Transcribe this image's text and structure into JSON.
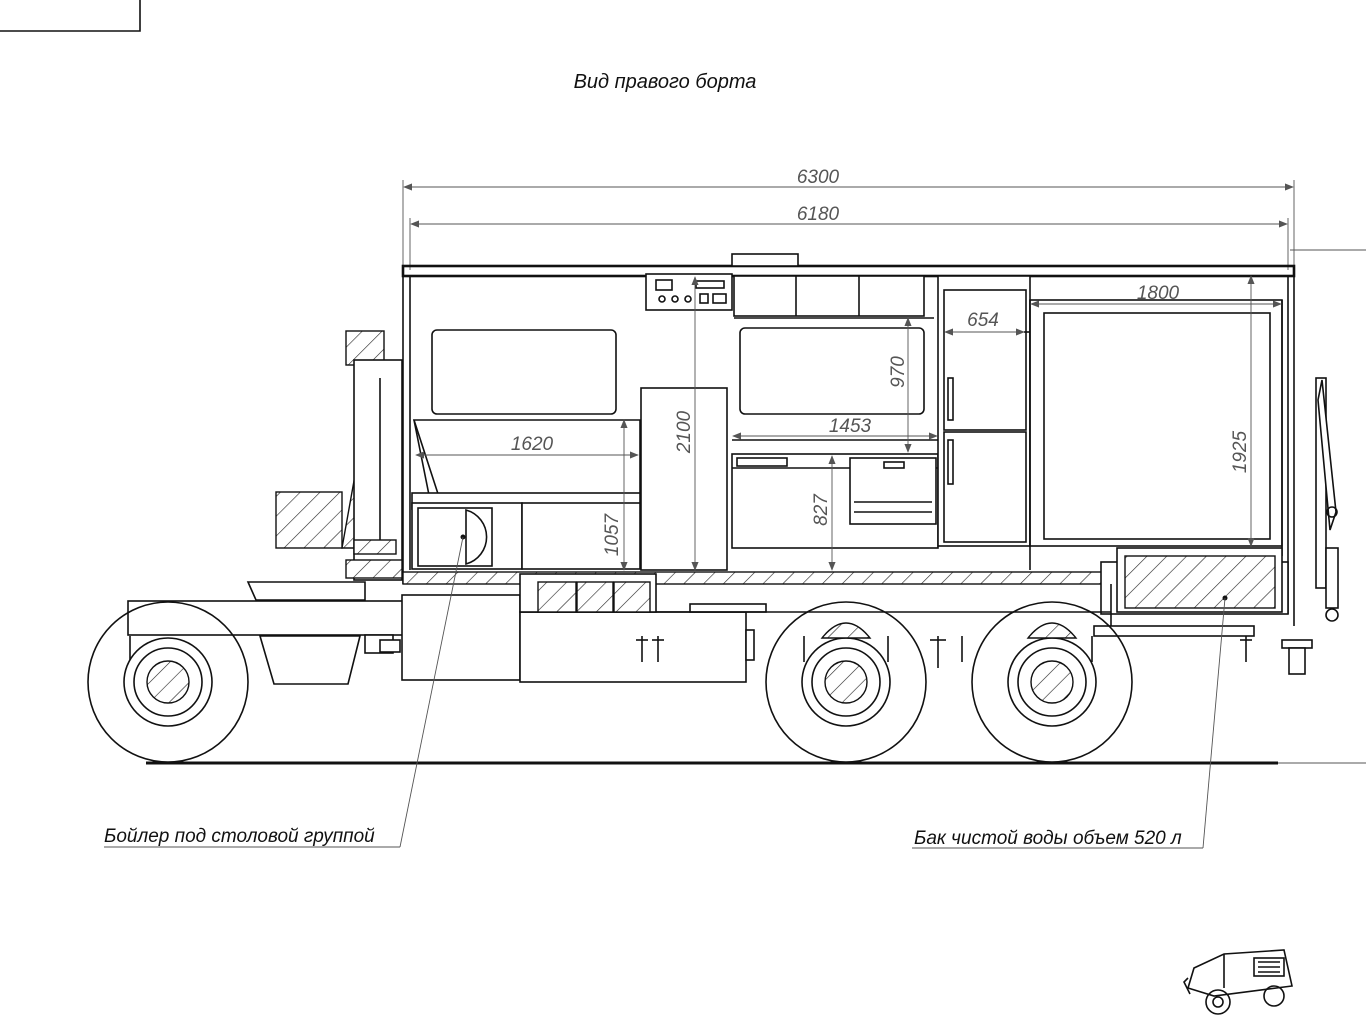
{
  "title": "Вид правого борта",
  "dimensions": {
    "overall_length": "6300",
    "inner_length": "6180",
    "bed_width": "1800",
    "fridge_width": "654",
    "upper_cabinet_height": "970",
    "table_group_length": "1620",
    "wardrobe_height": "2100",
    "kitchen_length": "1453",
    "table_height": "1057",
    "counter_height": "827",
    "bed_clearance": "1925"
  },
  "callouts": {
    "boiler": "Бойлер под столовой группой",
    "water_tank": "Бак чистой воды объем 520 л"
  },
  "icons": {
    "logo": "truck-logo-icon"
  }
}
